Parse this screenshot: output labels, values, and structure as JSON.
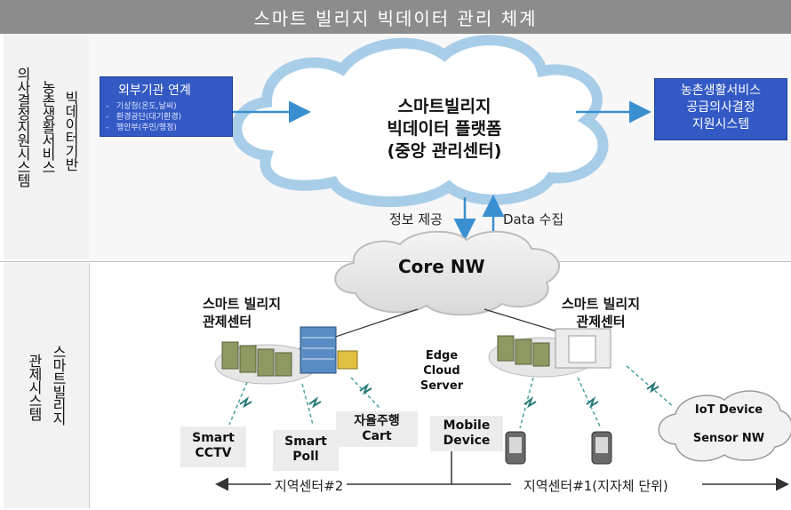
{
  "title": "스마트 빌리지 빅데이터 관리 체계",
  "side_top": {
    "col_right": "빅데이터기반",
    "col_mid": "농촌생활서비스",
    "col_left": "의사결정지원시스템"
  },
  "side_bottom": {
    "col_right": "스마트빌리지",
    "col_left": "관제시스템"
  },
  "external": {
    "title": "외부기관 연계",
    "items": [
      "기상청(온도,날씨)",
      "환경공단(대기환경)",
      "행안부(주민/행정)"
    ]
  },
  "cloud_main": {
    "line1": "스마트빌리지",
    "line2": "빅데이터 플랫폼",
    "line3": "(중앙 관리센터)"
  },
  "decision_box": {
    "line1": "농촌생활서비스",
    "line2": "공급의사결정",
    "line3": "지원시스템"
  },
  "flow": {
    "down_label": "정보 제공",
    "up_label": "Data 수집"
  },
  "core_nw": "Core NW",
  "control_left": {
    "line1": "스마트 빌리지",
    "line2": "관제센터"
  },
  "control_right": {
    "line1": "스마트 빌리지",
    "line2": "관제센터"
  },
  "edge": {
    "line1": "Edge",
    "line2": "Cloud",
    "line3": "Server"
  },
  "devices": {
    "cctv": {
      "line1": "Smart",
      "line2": "CCTV"
    },
    "poll": {
      "line1": "Smart",
      "line2": "Poll"
    },
    "cart": {
      "line1": "자율주행",
      "line2": "Cart"
    },
    "mobile": {
      "line1": "Mobile",
      "line2": "Device"
    }
  },
  "iot_cloud": {
    "line1": "IoT Device",
    "line2": "Sensor NW"
  },
  "regions": {
    "left": "지역센터#2",
    "right": "지역센터#1(지자체 단위)"
  },
  "colors": {
    "accent_blue": "#3359c4",
    "cloud_stroke": "#a8cde8",
    "arrow_blue": "#3a8fd0",
    "title_bg": "#8c8c8c"
  }
}
